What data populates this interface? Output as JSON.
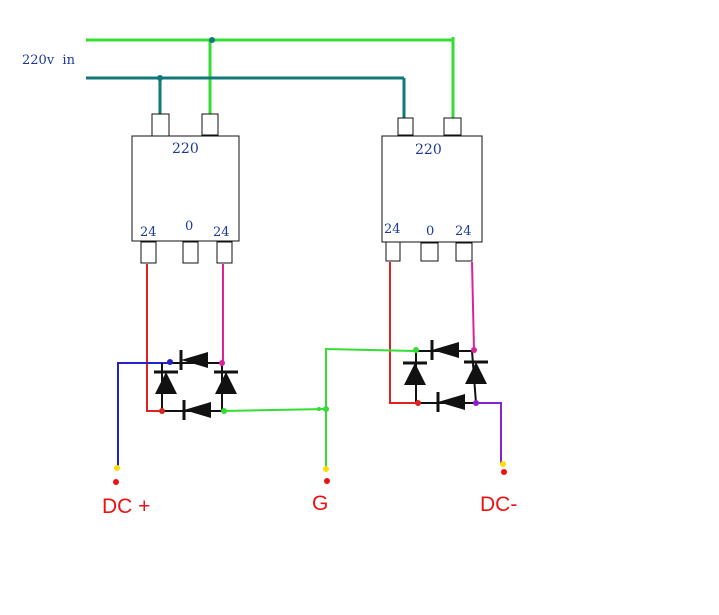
{
  "input_label": "220v  in",
  "transformers": [
    {
      "primary": "220",
      "sec_left": "24",
      "sec_center": "0",
      "sec_right": "24"
    },
    {
      "primary": "220",
      "sec_left": "24",
      "sec_center": "0",
      "sec_right": "24"
    }
  ],
  "outputs": {
    "dc_plus": "DC +",
    "ground": "G",
    "dc_minus": "DC-"
  },
  "colors": {
    "green": "#33dd33",
    "teal": "#117777",
    "red": "#dd2222",
    "magenta": "#dd2299",
    "blue": "#2222cc",
    "purple": "#8822cc",
    "label_blue": "#1a3a99",
    "out_red": "#ee1111",
    "yellow": "#ffdd00"
  }
}
